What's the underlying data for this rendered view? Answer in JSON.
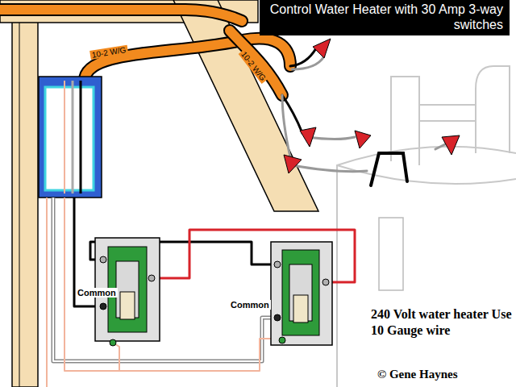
{
  "diagram": {
    "title": "Control Water Heater with 30 Amp 3-way switches",
    "labels": [
      "10-2 W/G",
      "10-2 W/G",
      "Common",
      "Common",
      "240 Volt water heater Use 10 Gauge wire",
      "© Gene Haynes"
    ]
  }
}
